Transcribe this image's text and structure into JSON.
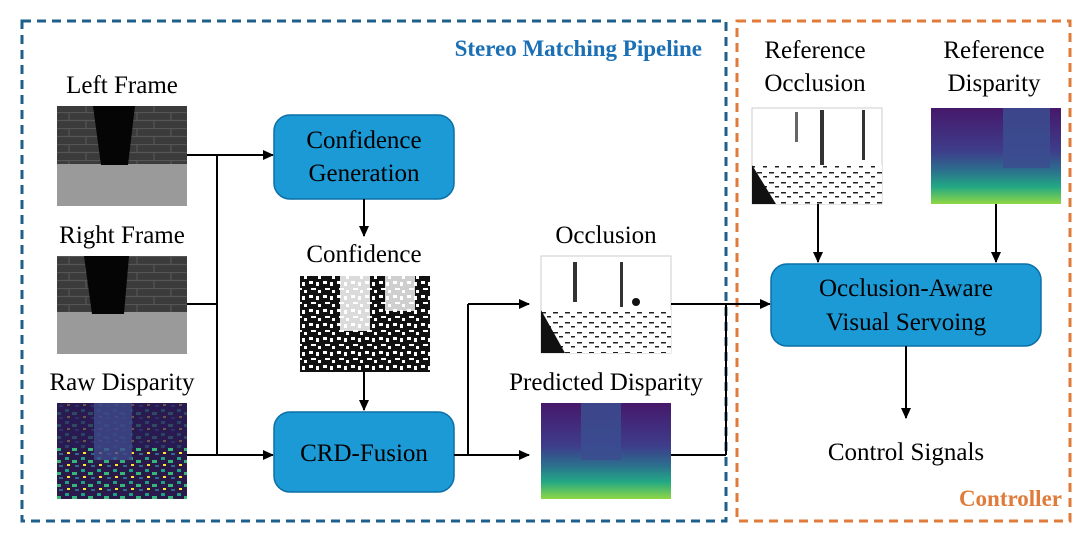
{
  "regions": {
    "pipeline_title": "Stereo Matching Pipeline",
    "controller_title": "Controller"
  },
  "inputs": {
    "left_frame": "Left Frame",
    "right_frame": "Right Frame",
    "raw_disparity": "Raw Disparity"
  },
  "process_boxes": {
    "confidence_generation_line1": "Confidence",
    "confidence_generation_line2": "Generation",
    "crd_fusion": "CRD-Fusion",
    "visual_servoing_line1": "Occlusion-Aware",
    "visual_servoing_line2": "Visual Servoing"
  },
  "intermediate": {
    "confidence": "Confidence",
    "occlusion": "Occlusion",
    "predicted_disparity": "Predicted Disparity"
  },
  "references": {
    "reference_occlusion_line1": "Reference",
    "reference_occlusion_line2": "Occlusion",
    "reference_disparity_line1": "Reference",
    "reference_disparity_line2": "Disparity"
  },
  "output": {
    "control_signals": "Control Signals"
  },
  "colors": {
    "pipeline_border": "#1f5f8b",
    "pipeline_title": "#1a6fb5",
    "controller_border": "#e07b39",
    "controller_title": "#e07b39",
    "box_fill": "#1b9ad6",
    "box_stroke": "#0d6fa6"
  }
}
